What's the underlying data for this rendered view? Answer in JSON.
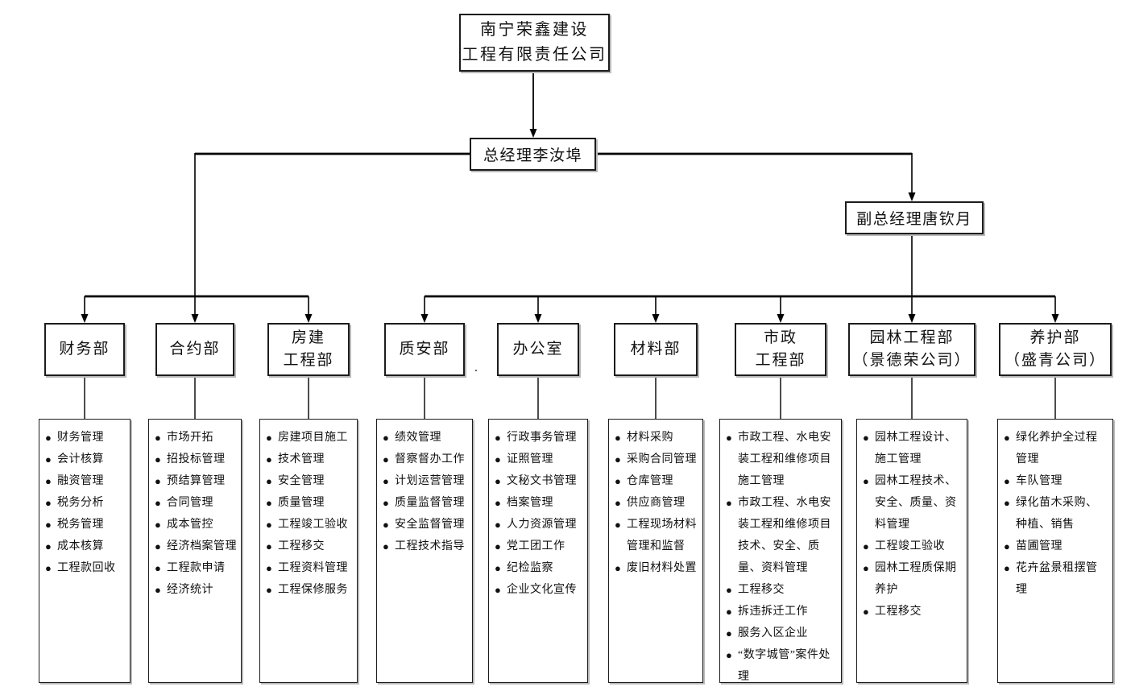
{
  "page": {
    "background": "#ffffff",
    "line_color": "#000000",
    "box_border_color": "#1c1c1c",
    "text_color": "#111111"
  },
  "org": {
    "company_line1": "南宁荣鑫建设",
    "company_line2": "工程有限责任公司",
    "general_manager": "总经理李汝埠",
    "deputy_general_manager": "副总经理唐钦月"
  },
  "misc": {
    "stray_period": "."
  },
  "icons": {
    "bullet": "●",
    "arrow": "arrow-down-icon"
  },
  "departments": [
    {
      "name": "财务部",
      "name2": "",
      "duties": [
        "财务管理",
        "会计核算",
        "融资管理",
        "税务分析",
        "税务管理",
        "成本核算",
        "工程款回收"
      ]
    },
    {
      "name": "合约部",
      "name2": "",
      "duties": [
        "市场开拓",
        "招投标管理",
        "预结算管理",
        "合同管理",
        "成本管控",
        "经济档案管理",
        "工程款申请",
        "经济统计"
      ]
    },
    {
      "name": "房建",
      "name2": "工程部",
      "duties": [
        "房建项目施工",
        "技术管理",
        "安全管理",
        "质量管理",
        "工程竣工验收",
        "工程移交",
        "工程资料管理",
        "工程保修服务"
      ]
    },
    {
      "name": "质安部",
      "name2": "",
      "duties": [
        "绩效管理",
        "督察督办工作",
        "计划运营管理",
        "质量监督管理",
        "安全监督管理",
        "工程技术指导"
      ]
    },
    {
      "name": "办公室",
      "name2": "",
      "duties": [
        "行政事务管理",
        "证照管理",
        "文秘文书管理",
        "档案管理",
        "人力资源管理",
        "党工团工作",
        "纪检监察",
        "企业文化宣传"
      ]
    },
    {
      "name": "材料部",
      "name2": "",
      "duties": [
        "材料采购",
        "采购合同管理",
        "仓库管理",
        "供应商管理",
        "工程现场材料管理和监督",
        "废旧材料处置"
      ]
    },
    {
      "name": "市政",
      "name2": "工程部",
      "duties": [
        "市政工程、水电安装工程和维修项目施工管理",
        "市政工程、水电安装工程和维修项目技术、安全、质量、资料管理",
        "工程移交",
        "拆违拆迁工作",
        "服务入区企业",
        "“数字城管”案件处理"
      ]
    },
    {
      "name": "园林工程部",
      "name2": "（景德荣公司）",
      "duties": [
        "园林工程设计、施工管理",
        "园林工程技术、安全、质量、资料管理",
        "工程竣工验收",
        "园林工程质保期养护",
        "工程移交"
      ]
    },
    {
      "name": "养护部",
      "name2": "（盛青公司）",
      "duties": [
        "绿化养护全过程管理",
        "车队管理",
        "绿化苗木采购、种植、销售",
        "苗圃管理",
        "花卉盆景租摆管理"
      ]
    }
  ]
}
